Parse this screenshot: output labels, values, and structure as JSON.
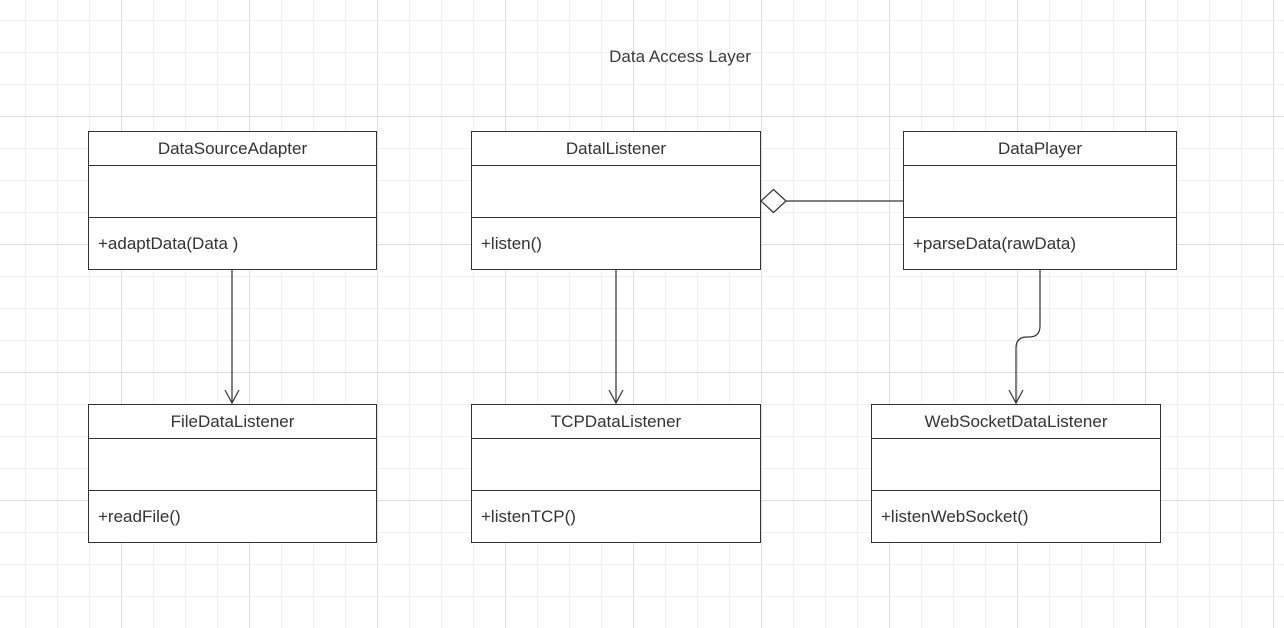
{
  "diagram": {
    "title": "Data Access Layer",
    "classes": [
      {
        "id": "data-source-adapter",
        "name": "DataSourceAdapter",
        "methods": "+adaptData(Data )"
      },
      {
        "id": "data-listener",
        "name": "DatalListener",
        "methods": "+listen()"
      },
      {
        "id": "data-player",
        "name": "DataPlayer",
        "methods": "+parseData(rawData)"
      },
      {
        "id": "file-data-listener",
        "name": "FileDataListener",
        "methods": "+readFile()"
      },
      {
        "id": "tcp-data-listener",
        "name": "TCPDataListener",
        "methods": "+listenTCP()"
      },
      {
        "id": "websocket-data-listener",
        "name": "WebSocketDataListener",
        "methods": "+listenWebSocket()"
      }
    ],
    "relationships": [
      {
        "from": "DataSourceAdapter",
        "to": "FileDataListener",
        "type": "association"
      },
      {
        "from": "DatalListener",
        "to": "TCPDataListener",
        "type": "association"
      },
      {
        "from": "DataPlayer",
        "to": "WebSocketDataListener",
        "type": "association"
      },
      {
        "from": "DataPlayer",
        "to": "DatalListener",
        "type": "aggregation"
      }
    ]
  }
}
